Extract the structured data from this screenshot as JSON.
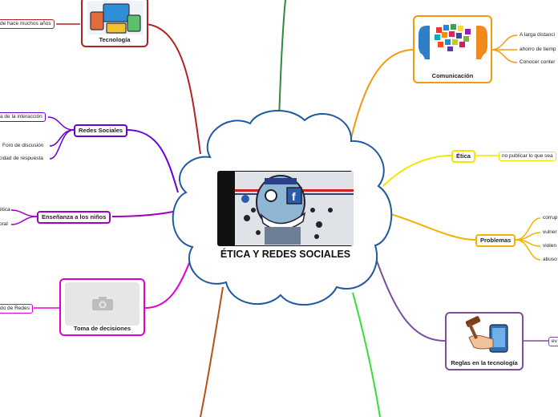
{
  "central": {
    "title": "ÉTICA Y REDES SOCIALES",
    "image_icon": "facebook-robot-illustration"
  },
  "branches": {
    "tecnologia": {
      "label": "Tecnología",
      "icon": "devices-image",
      "color": "#b22222"
    },
    "redes_sociales": {
      "label": "Redes Sociales",
      "color": "#6a00d8"
    },
    "ensenanza": {
      "label": "Enseñanza a los niños",
      "color": "#a000c0"
    },
    "toma_decisiones": {
      "label": "Toma de decisiones",
      "icon": "camera-placeholder-icon",
      "color": "#e000d0"
    },
    "comunicacion": {
      "label": "Comunicación",
      "icon": "speech-heads-image",
      "color": "#f59a10"
    },
    "etica": {
      "label": "Ética",
      "color": "#f5e400"
    },
    "problemas": {
      "label": "Problemas",
      "color": "#f0b400"
    },
    "reglas": {
      "label": "Reglas en la tecnología",
      "icon": "gavel-tablet-image",
      "color": "#7a4fa0"
    },
    "top_line_color": "#2e8b3a",
    "bottom_right_line_color": "#35e035",
    "bottom_left_line_color": "#b8501a"
  },
  "leaves": {
    "tecnologia_1": "de hace muchos años",
    "redes_1": "a de la interacción",
    "redes_2": "Foro de discusión",
    "redes_3": "cidad de respuesta",
    "ensenanza_1": "ética",
    "ensenanza_2": "oral",
    "toma_1": "do de Redes",
    "comunicacion_1": "A larga distanci",
    "comunicacion_2": "ahorro de tiemp",
    "comunicacion_3": "Conocer conter",
    "etica_1": "no publicar lo que sea",
    "problemas_1": "corrup",
    "problemas_2": "vulner",
    "problemas_3": "violen",
    "problemas_4": "abuso",
    "reglas_1": "ev"
  }
}
